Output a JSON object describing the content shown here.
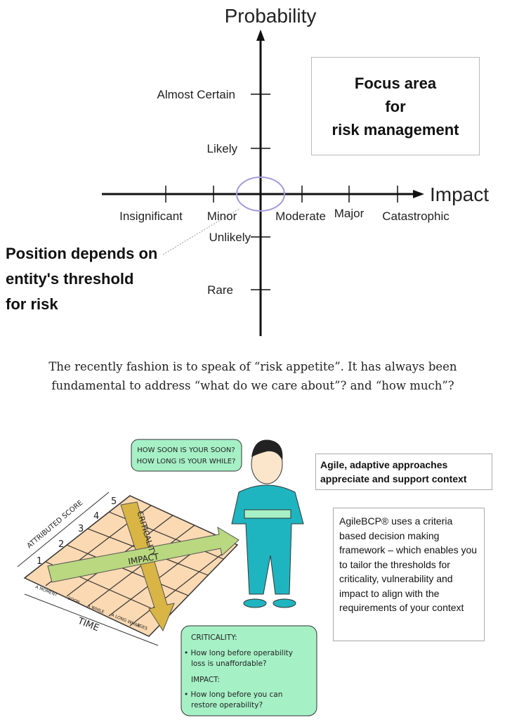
{
  "risk_map": {
    "y_axis_label": "Probability",
    "x_axis_label": "Impact",
    "probability_levels": [
      "Almost Certain",
      "Likely",
      "Unlikely",
      "Rare"
    ],
    "impact_levels": [
      "Insignificant",
      "Minor",
      "Moderate",
      "Major",
      "Catastrophic"
    ],
    "focus_box": [
      "Focus area",
      "for",
      "risk management"
    ],
    "position_note": [
      "Position depends on",
      "entity's threshold",
      "for risk"
    ]
  },
  "paragraph": {
    "line1": "The recently fashion is to speak of “risk appetite”. It has always been",
    "line2": "fundamental to address “what do we care about”? and “how much”?"
  },
  "illustration": {
    "speech_line1": "HOW SOON IS YOUR SOON?",
    "speech_line2": "HOW LONG IS YOUR WHILE?",
    "score_axis": "ATTRIBUTED SCORE",
    "scores": [
      "1",
      "2",
      "3",
      "4",
      "5"
    ],
    "time_axis": "TIME",
    "time_buckets": [
      "A MOMENT",
      "SOON",
      "A WHILE",
      "A LONG WHILE",
      "AGES"
    ],
    "impact_arrow": "IMPACT",
    "criticality_arrow": "CRITICALITY",
    "note_criticality_title": "CRITICALITY:",
    "note_criticality_l1": "• How long before operability",
    "note_criticality_l2": "loss is unaffordable?",
    "note_impact_title": "IMPACT:",
    "note_impact_l1": "• How long before you can",
    "note_impact_l2": "restore operability?"
  },
  "callouts": {
    "agile": "Agile, adaptive approaches appreciate and support context",
    "agilebcp": "AgileBCP® uses a criteria based decision making framework – which enables you to tailor the thresholds for criticality, vulnerability and impact to align with the requirements of your context"
  }
}
